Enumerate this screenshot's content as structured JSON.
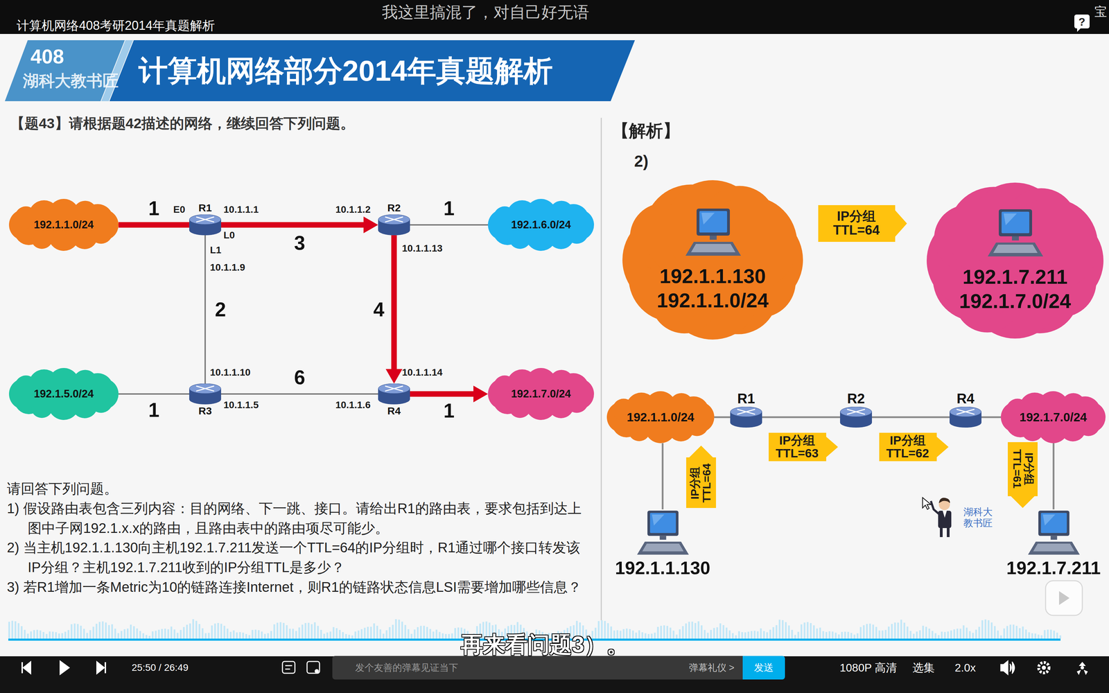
{
  "diagram": {
    "title": "计算机网络部分2014年真题解析",
    "nodes": [
      {
        "text": [
          "192.1.1.0/24"
        ]
      },
      {
        "text": [
          "R1"
        ]
      },
      {
        "text": [
          "R2"
        ]
      },
      {
        "text": [
          "192.1.6.0/24"
        ]
      },
      {
        "text": [
          "192.1.5.0/24"
        ]
      },
      {
        "text": [
          "R3"
        ]
      },
      {
        "text": [
          "R4"
        ]
      },
      {
        "text": [
          "192.1.7.0/24"
        ]
      },
      {
        "text": [
          "192.1.1.130",
          "192.1.1.0/24"
        ]
      },
      {
        "text": [
          "IP分组 TTL=64"
        ]
      },
      {
        "text": [
          "192.1.7.211",
          "192.1.7.0/24"
        ]
      },
      {
        "text": [
          "192.1.1.0/24"
        ]
      },
      {
        "text": [
          "R1"
        ]
      },
      {
        "text": [
          "R2"
        ]
      },
      {
        "text": [
          "R4"
        ]
      },
      {
        "text": [
          "192.1.7.0/24"
        ]
      },
      {
        "text": [
          "IP分组 TTL=64"
        ]
      },
      {
        "text": [
          "IP分组 TTL=63"
        ]
      },
      {
        "text": [
          "IP分组 TTL=62"
        ]
      },
      {
        "text": [
          "IP分组 TTL=61"
        ]
      },
      {
        "text": [
          "192.1.1.130"
        ]
      },
      {
        "text": [
          "192.1.7.211"
        ]
      },
      {
        "text": [
          "发个友善的弹幕见证当下",
          "弹幕礼仪 >"
        ]
      },
      {
        "text": [
          "发送"
        ]
      }
    ],
    "edges": [
      {
        "from": 0,
        "to": 1,
        "label": "1",
        "arrow": "none"
      },
      {
        "from": 1,
        "to": 2,
        "label": "3",
        "arrow": "to"
      },
      {
        "from": 2,
        "to": 3,
        "label": "1",
        "arrow": "none"
      },
      {
        "from": 1,
        "to": 5,
        "label": "2",
        "arrow": "none"
      },
      {
        "from": 2,
        "to": 6,
        "label": "4",
        "arrow": "to"
      },
      {
        "from": 4,
        "to": 5,
        "label": "1",
        "arrow": "none"
      },
      {
        "from": 5,
        "to": 6,
        "label": "6",
        "arrow": "none"
      },
      {
        "from": 6,
        "to": 7,
        "label": "1",
        "arrow": "to"
      },
      {
        "from": 11,
        "to": 12,
        "arrow": "none"
      },
      {
        "from": 12,
        "to": 13,
        "arrow": "none"
      },
      {
        "from": 13,
        "to": 14,
        "arrow": "none"
      },
      {
        "from": 14,
        "to": 15,
        "arrow": "none"
      },
      {
        "from": 20,
        "to": 11,
        "arrow": "none"
      },
      {
        "from": 21,
        "to": 15,
        "arrow": "none"
      }
    ],
    "labels": [
      "计算机网络408考研2014年真题解析",
      "我这里搞混了，对自己好无语",
      "?",
      "宝",
      "408",
      "湖科大教书匠",
      "【题43】请根据题42描述的网络，继续回答下列问题。",
      "E0",
      "10.1.1.1",
      "L0",
      "L1",
      "10.1.1.9",
      "10.1.1.2",
      "10.1.1.13",
      "10.1.1.10",
      "10.1.1.14",
      "10.1.1.5",
      "10.1.1.6",
      "请回答下列问题。",
      "1) 假设路由表包含三列内容：目的网络、下一跳、接口。请给出R1的路由表，要求包括到达上图中子网192.1.x.x的路由，且路由表中的路由项尽可能少。",
      "2) 当主机192.1.1.130向主机192.1.7.211发送一个TTL=64的IP分组时，R1通过哪个接口转发该IP分组？主机192.1.7.211收到的IP分组TTL是多少？",
      "3) 若R1增加一条Metric为10的链路连接Internet，则R1的链路状态信息LSI需要增加哪些信息？",
      "【解析】",
      "2)",
      "湖科大教书匠",
      "再来看问题3）。",
      "25:50 / 26:49",
      "1080P 高清",
      "选集",
      "2.0x"
    ]
  }
}
